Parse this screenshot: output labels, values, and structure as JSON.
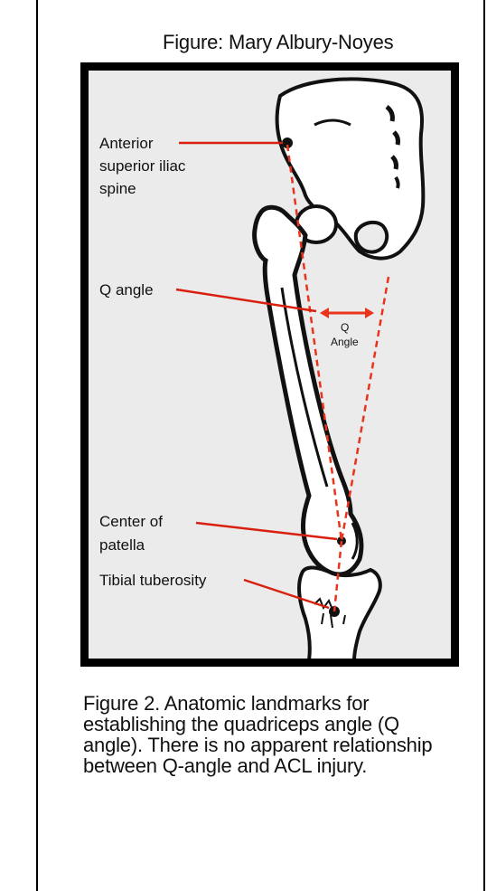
{
  "credit": "Figure:  Mary Albury-Noyes",
  "labels": {
    "asis_line1": "Anterior",
    "asis_line2": "superior iliac",
    "asis_line3": "spine",
    "q_angle": "Q angle",
    "q_inner_line1": "Q",
    "q_inner_line2": "Angle",
    "patella_line1": "Center of",
    "patella_line2": "patella",
    "tibial": "Tibial tuberosity"
  },
  "caption": "Figure 2. Anatomic landmarks for establishing the quadriceps angle (Q angle). There is no apparent relationship between Q-angle and ACL injury.",
  "colors": {
    "leader": "#d9200f",
    "dashed": "#e8341c",
    "box_bg": "#ebebeb",
    "bone": "#ffffff",
    "ink": "#111111"
  }
}
